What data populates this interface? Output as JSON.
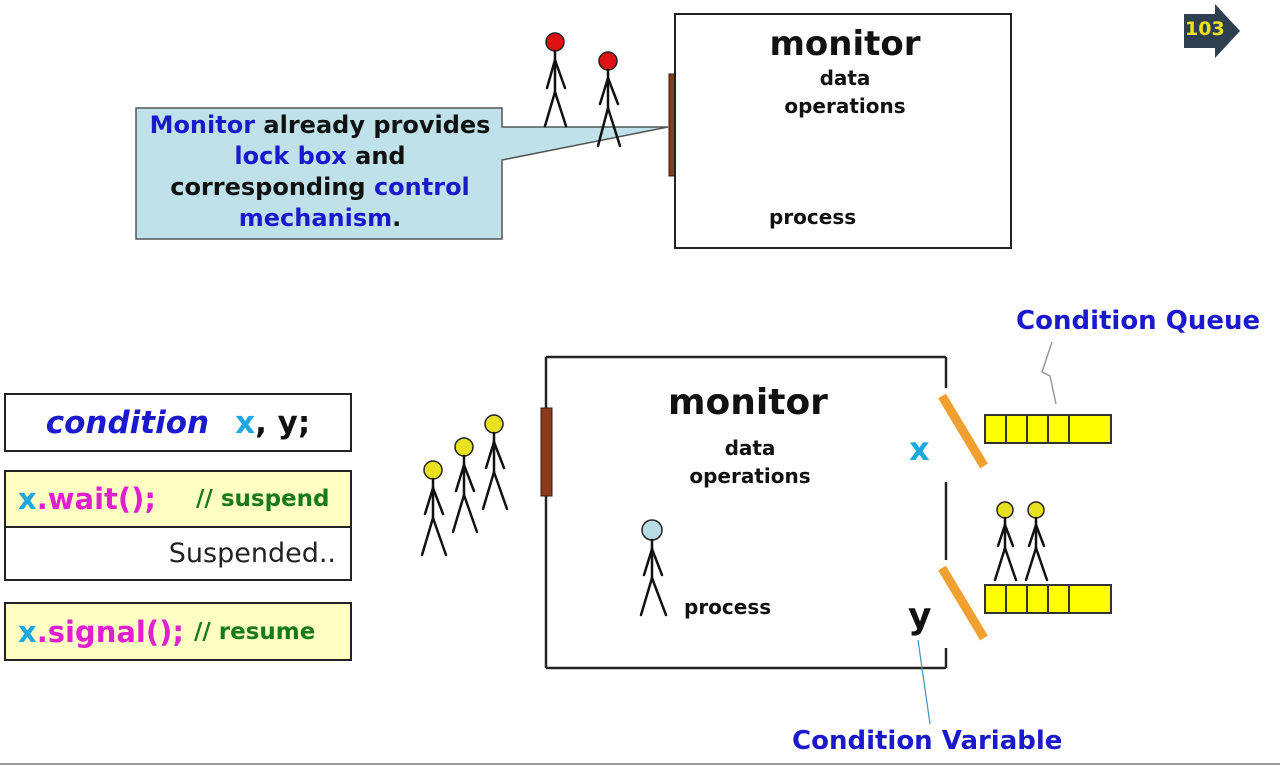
{
  "slide_number": "103",
  "top_monitor": {
    "title": "monitor",
    "line1": "data",
    "line2": "operations",
    "process_label": "process"
  },
  "callout": {
    "w1": "Monitor",
    "w2": " already provides",
    "w3": "lock box",
    "w4": " and",
    "w5": "corresponding ",
    "w6": "control",
    "w7": "mechanism",
    "w8": "."
  },
  "code": {
    "cond_keyword": "condition",
    "cond_x": "x",
    "cond_rest": ", y;",
    "wait_x": "x",
    "wait_call": ".wait();",
    "wait_comment": "// suspend",
    "suspended": "Suspended..",
    "sig_x": "x",
    "sig_call": ".signal();",
    "sig_comment": "// resume"
  },
  "bottom_monitor": {
    "title": "monitor",
    "line1": "data",
    "line2": "operations",
    "process_label": "process",
    "var_x": "x",
    "var_y": "y"
  },
  "labels": {
    "condition_queue": "Condition Queue",
    "condition_variable": "Condition Variable"
  },
  "colors": {
    "waiting_head": "#e8e020",
    "outside_head_top": "#dd1111",
    "process_head": "#b8dce4",
    "entry_door": "#8b3a1a",
    "cond_door": "#f0a030",
    "queue_fill": "#ffff00",
    "callout_fill": "#bfe2ea",
    "badge": "#2e4050"
  }
}
